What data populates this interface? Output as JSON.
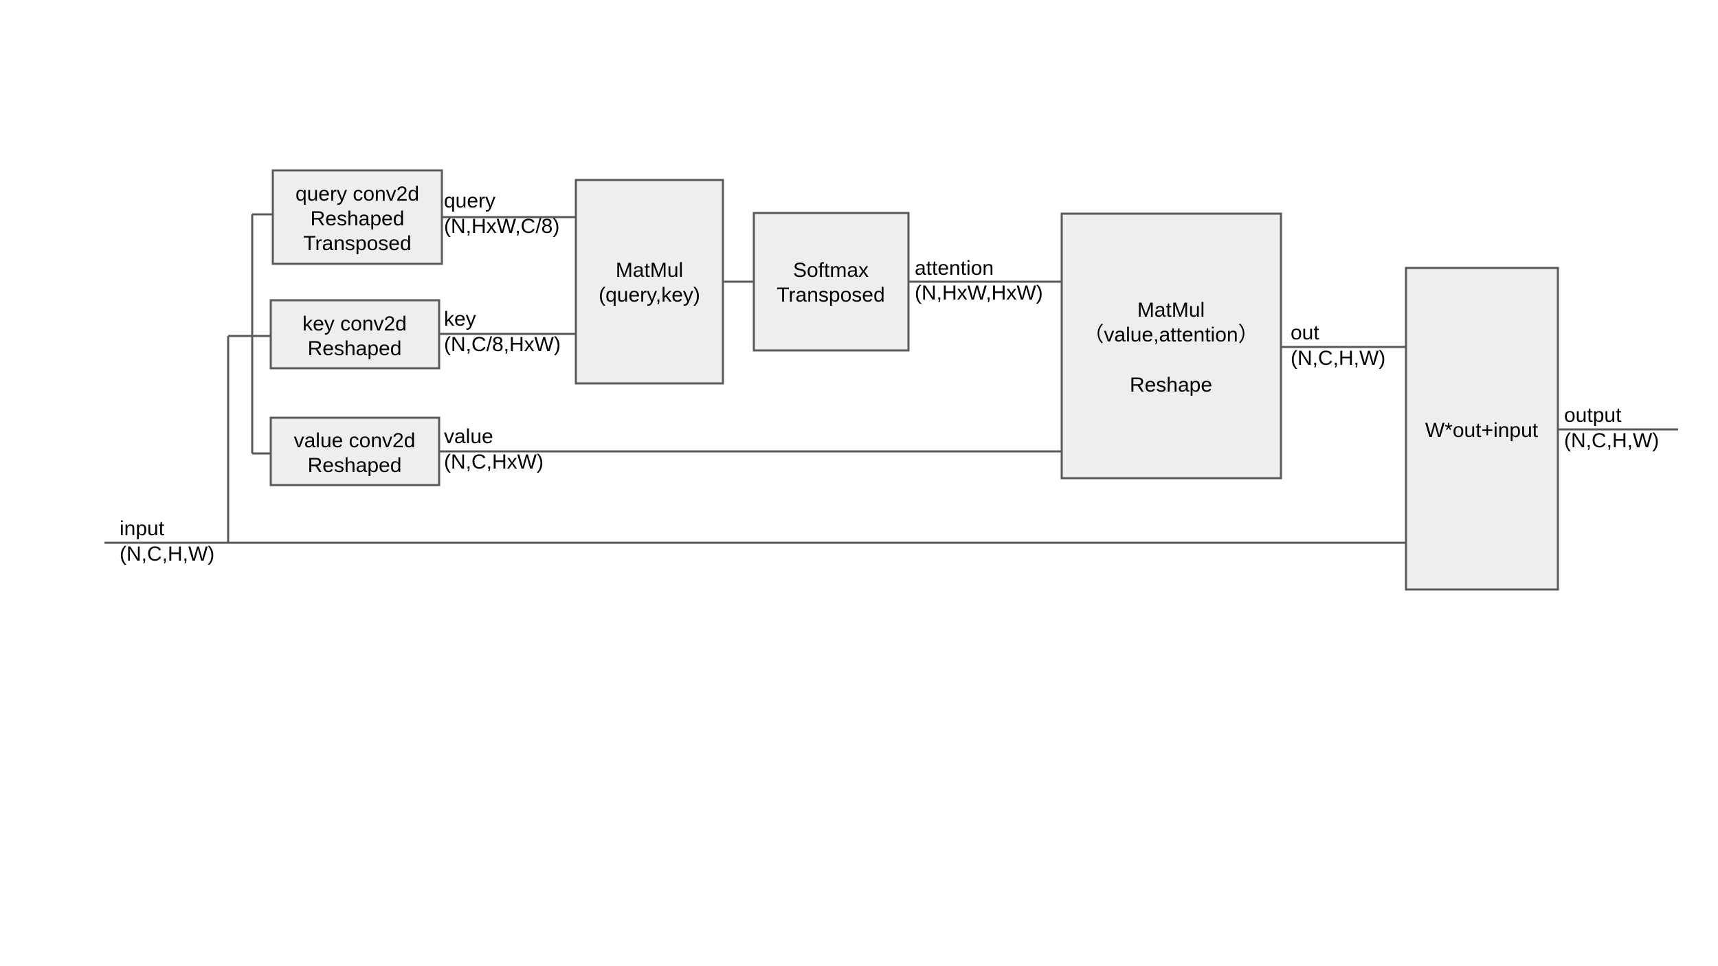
{
  "colors": {
    "box_fill": "#eeeeee",
    "stroke": "#595959",
    "text": "#000000",
    "background": "#ffffff"
  },
  "blocks": {
    "query_conv": {
      "line1": "query conv2d",
      "line2": "Reshaped",
      "line3": "Transposed"
    },
    "key_conv": {
      "line1": "key conv2d",
      "line2": "Reshaped"
    },
    "value_conv": {
      "line1": "value conv2d",
      "line2": "Reshaped"
    },
    "matmul_qk": {
      "line1": "MatMul",
      "line2": "(query,key)"
    },
    "softmax": {
      "line1": "Softmax",
      "line2": "Transposed"
    },
    "matmul_va": {
      "line1": "MatMul",
      "line2": "（value,attention）",
      "line3": "Reshape"
    },
    "residual": {
      "line1": "W*out+input"
    }
  },
  "edges": {
    "input": {
      "name": "input",
      "shape": "(N,C,H,W)"
    },
    "query": {
      "name": "query",
      "shape": "(N,HxW,C/8)"
    },
    "key": {
      "name": "key",
      "shape": "(N,C/8,HxW)"
    },
    "value": {
      "name": "value",
      "shape": "(N,C,HxW)"
    },
    "attention": {
      "name": "attention",
      "shape": "(N,HxW,HxW)"
    },
    "out": {
      "name": "out",
      "shape": "(N,C,H,W)"
    },
    "output": {
      "name": "output",
      "shape": "(N,C,H,W)"
    }
  }
}
